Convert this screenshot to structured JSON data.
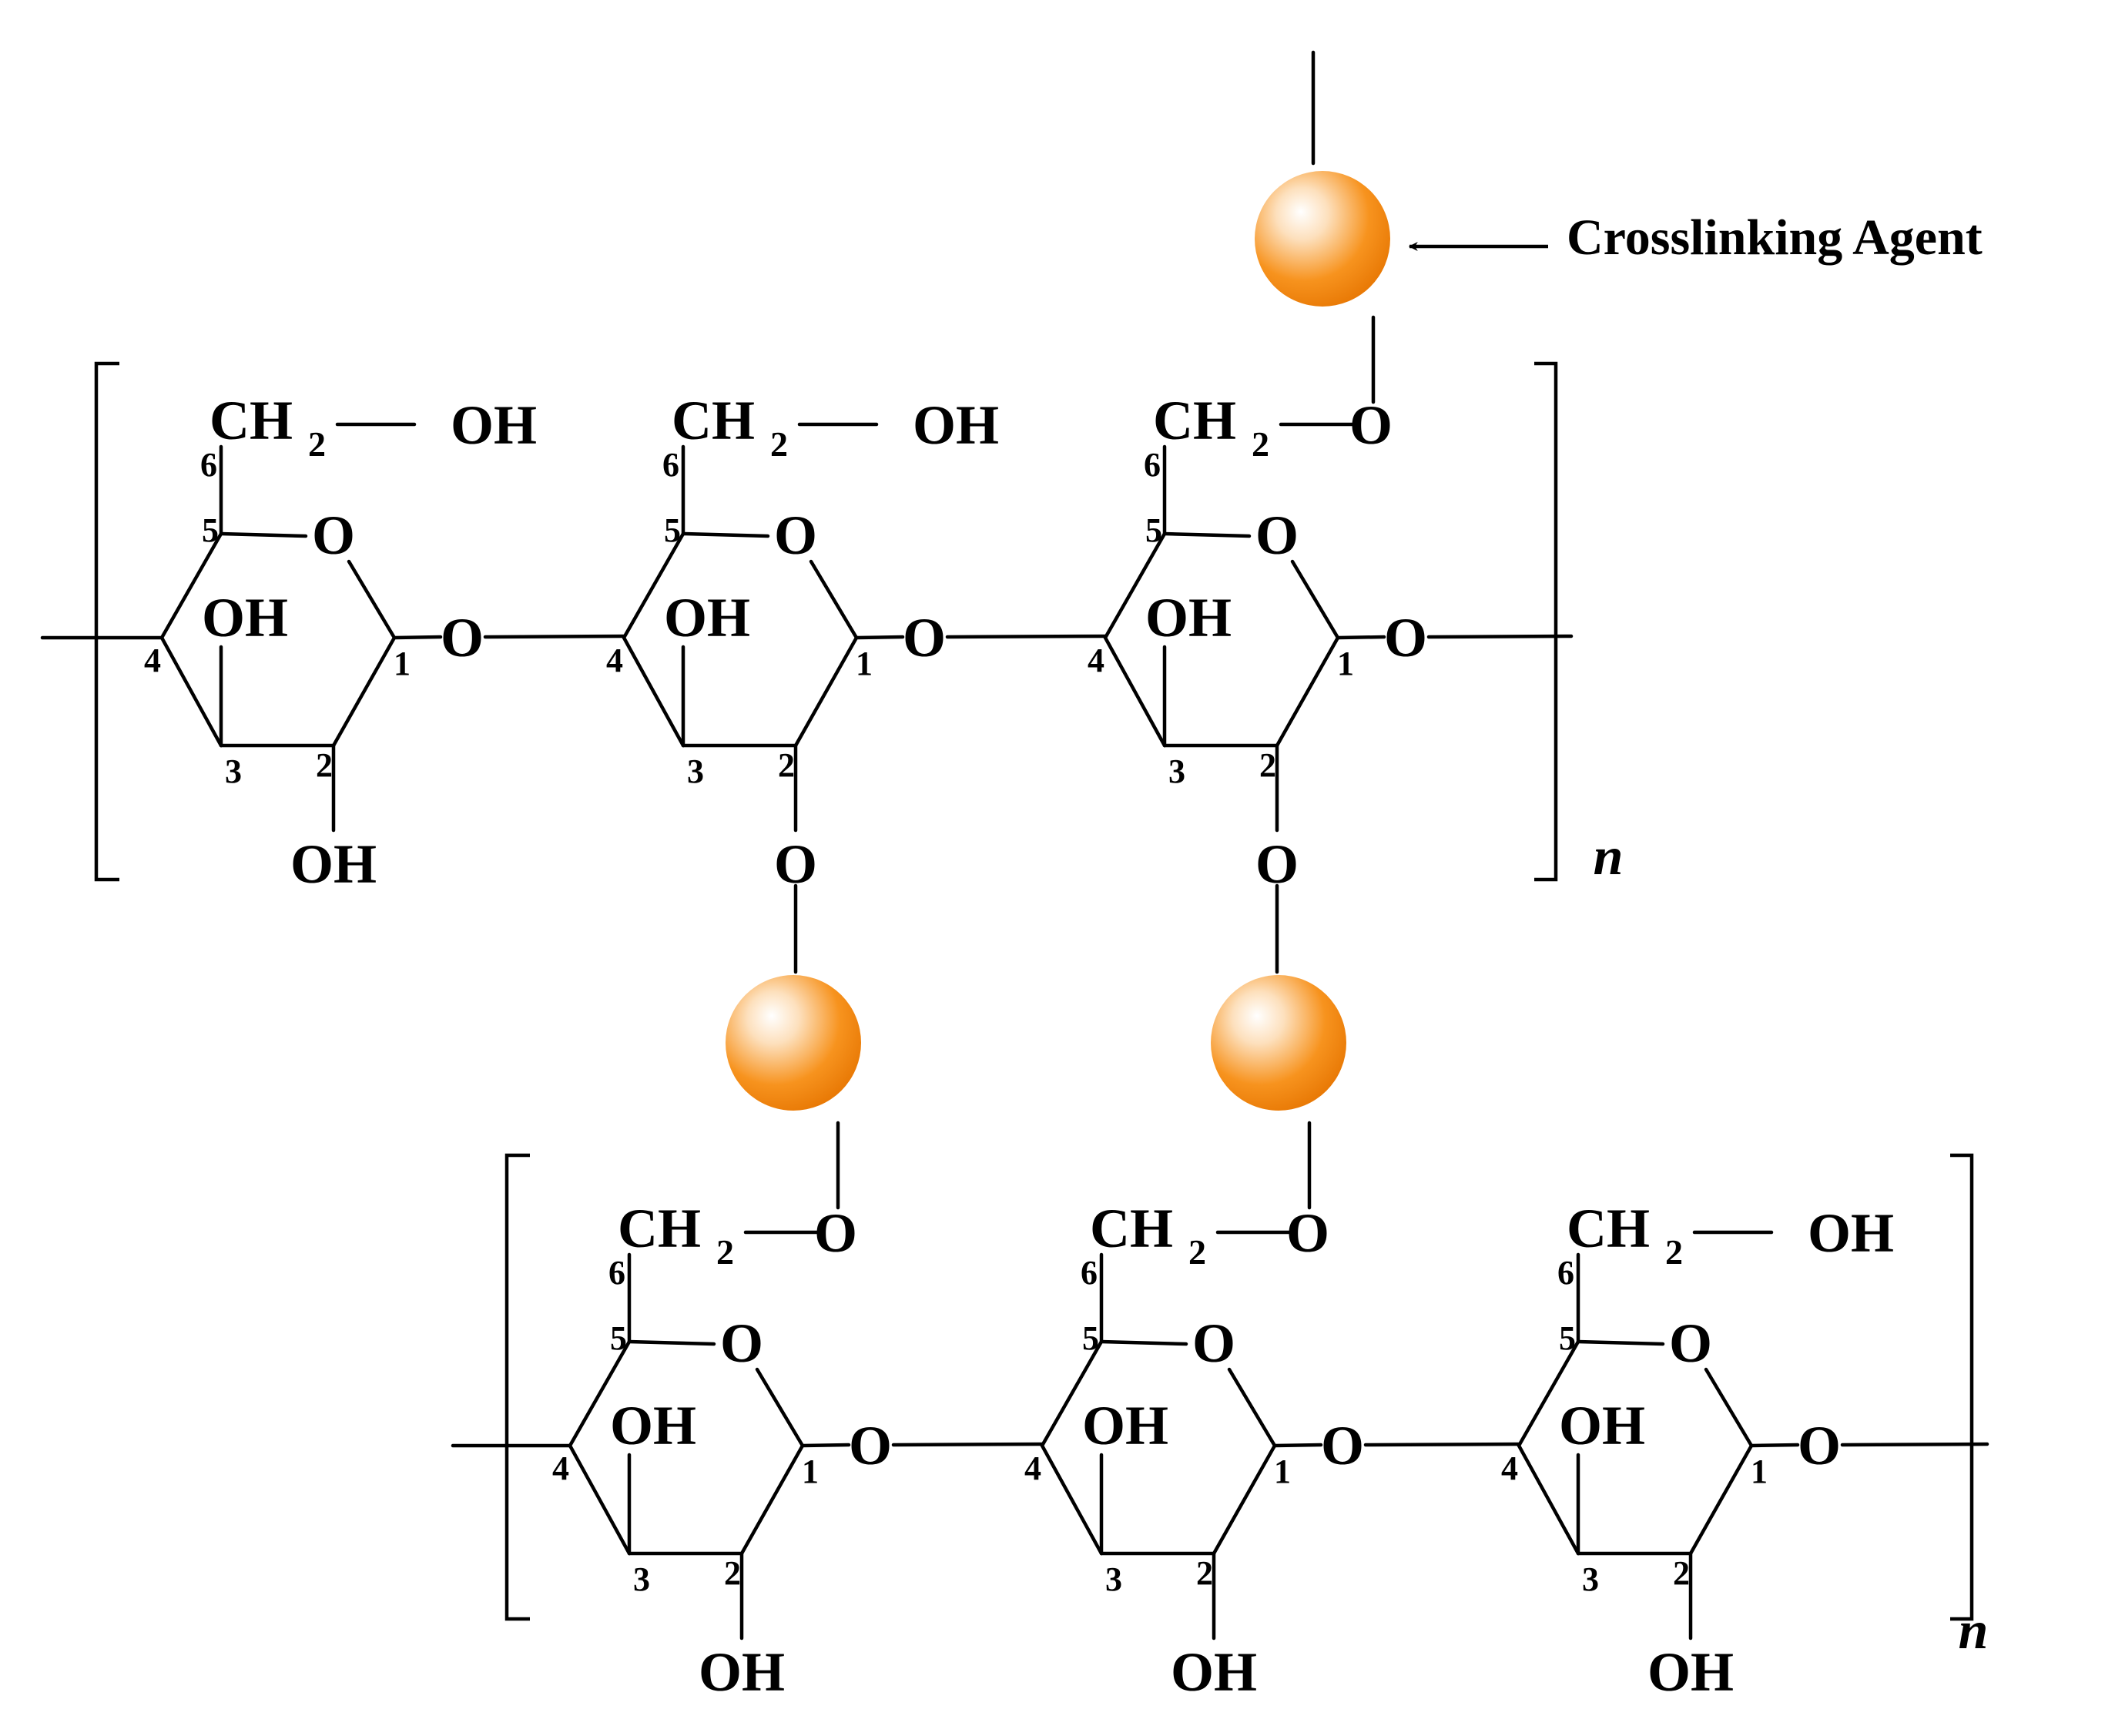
{
  "figure": {
    "callout_label": "Crosslinking Agent",
    "repeat_unit": "n",
    "bead_color": "#f7931e",
    "bond_color": "#000000"
  },
  "atoms": {
    "ring_oxygen": "O",
    "glycosidic_oxygen": "O",
    "hydroxyl": "OH",
    "methylene": "CH",
    "methylene_subscript": "2",
    "linker_oxygen": "O"
  },
  "positions": [
    "1",
    "2",
    "3",
    "4",
    "5",
    "6"
  ],
  "chains": [
    {
      "id": "top",
      "units": [
        {
          "c6_group": "OH",
          "c2_group": "OH",
          "c6_crosslinked": false,
          "c2_crosslinked": false
        },
        {
          "c6_group": "OH",
          "c2_group": "O",
          "c6_crosslinked": false,
          "c2_crosslinked": true
        },
        {
          "c6_group": "O",
          "c2_group": "O",
          "c6_crosslinked": true,
          "c2_crosslinked": true
        }
      ]
    },
    {
      "id": "bottom",
      "units": [
        {
          "c6_group": "O",
          "c2_group": "OH",
          "c6_crosslinked": true,
          "c2_crosslinked": false
        },
        {
          "c6_group": "O",
          "c2_group": "OH",
          "c6_crosslinked": true,
          "c2_crosslinked": false
        },
        {
          "c6_group": "OH",
          "c2_group": "OH",
          "c6_crosslinked": false,
          "c2_crosslinked": false
        }
      ]
    }
  ]
}
